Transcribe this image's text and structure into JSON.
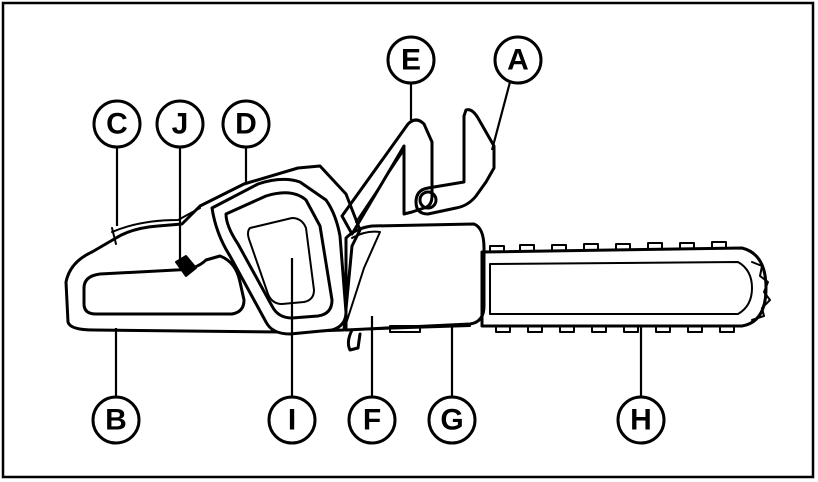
{
  "diagram": {
    "labels": {
      "A": "A",
      "B": "B",
      "C": "C",
      "D": "D",
      "E": "E",
      "F": "F",
      "G": "G",
      "H": "H",
      "I": "I",
      "J": "J"
    },
    "colors": {
      "line": "#000000",
      "background": "#ffffff"
    }
  }
}
